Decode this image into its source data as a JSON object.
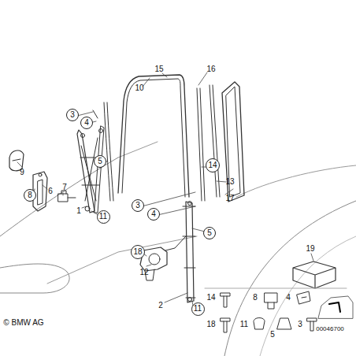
{
  "diagram": {
    "nodes": [
      {
        "text": [
          "3"
        ]
      },
      {
        "text": [
          "4"
        ]
      },
      {
        "text": [
          "5"
        ]
      },
      {
        "text": [
          "8"
        ]
      },
      {
        "text": [
          "11"
        ]
      },
      {
        "text": [
          "14"
        ]
      },
      {
        "text": [
          "3"
        ]
      },
      {
        "text": [
          "4"
        ]
      },
      {
        "text": [
          "5"
        ]
      },
      {
        "text": [
          "18"
        ]
      },
      {
        "text": [
          "11"
        ]
      }
    ],
    "labels": [
      "15",
      "16",
      "10",
      "9",
      "6",
      "7",
      "1",
      "13",
      "17",
      "12",
      "2",
      "19",
      "14",
      "8",
      "4",
      "18",
      "11",
      "5",
      "3",
      "00046700",
      "© BMW AG"
    ]
  }
}
